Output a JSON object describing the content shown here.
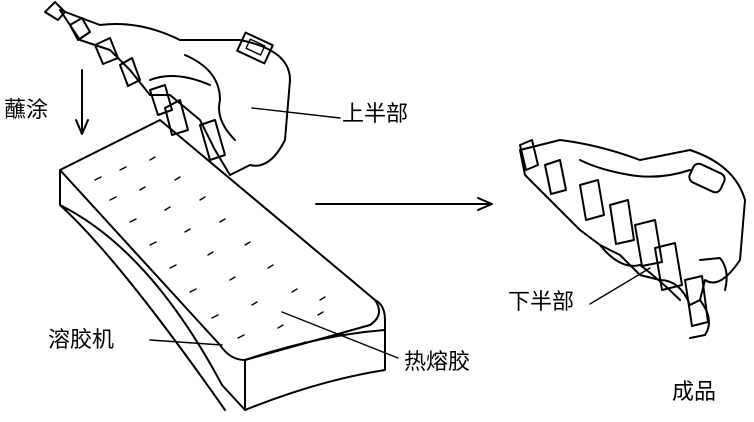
{
  "labels": {
    "dip": "蘸涂",
    "upper_half": "上半部",
    "glue_machine": "溶胶机",
    "hot_melt_glue": "热熔胶",
    "lower_half": "下半部",
    "finished_product": "成品"
  }
}
